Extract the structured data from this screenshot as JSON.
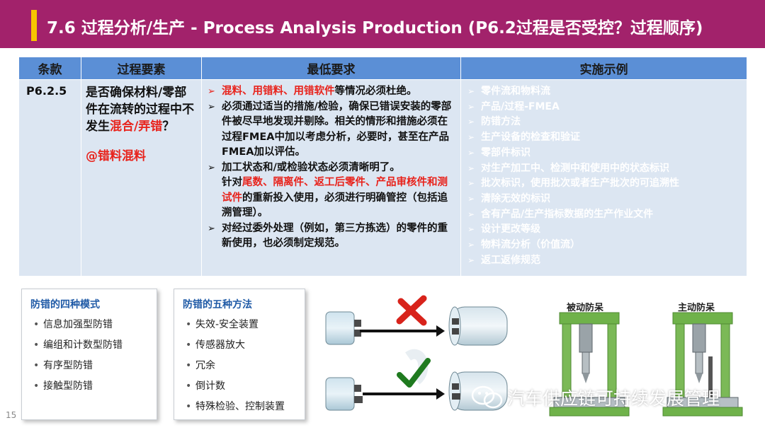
{
  "title": {
    "section": "7.6 过程分析/生产",
    "separator": "-",
    "english": "Process Analysis Production (P6.2过程是否受控？过程顺序)"
  },
  "table": {
    "headers": [
      "条款",
      "过程要素",
      "最低要求",
      "实施示例"
    ],
    "clause": "P6.2.5",
    "element": {
      "part1": "是否确保材料/零部件在流转的过程中不发生",
      "highlight": "混合/弄错",
      "part2": "？",
      "tag": "@错料混料"
    },
    "requirements": [
      {
        "red": "混料、用错料、用错软件",
        "text": "等情况必须杜绝。"
      },
      {
        "red": "",
        "text": "必须通过适当的措施/检验，确保已错误安装的零部件被尽早地发现并剔除。相关的情形和措施必须在过程FMEA中加以考虑分析，必要时，甚至在产品FMEA加以评估。"
      },
      {
        "red": "",
        "text": "加工状态和/或检验状态必须清晰明了。",
        "cont_pre": "针对",
        "cont_red": "尾数、隔离件、返工后零件、产品审核件和测试件",
        "cont_post": "的重新投入使用，必须进行明确管控（包括追溯管理）。"
      },
      {
        "red": "",
        "text": "对经过委外处理（例如，第三方拣选）的零件的重新使用，也必须制定规范。"
      }
    ],
    "examples": [
      "零件流和物料流",
      "产品/过程-FMEA",
      "防错方法",
      "生产设备的检查和验证",
      "零部件标识",
      "对生产加工中、检测中和使用中的状态标识",
      "批次标识，使用批次或者生产批次的可追溯性",
      "清除无效的标识",
      "含有产品/生产指标数据的生产作业文件",
      "设计更改等级",
      "物料流分析（价值流）",
      "返工返修规范"
    ],
    "marker": "➢"
  },
  "box1": {
    "title": "防错的四种模式",
    "items": [
      "信息加强型防错",
      "编组和计数型防错",
      "有序型防错",
      "接触型防错"
    ]
  },
  "box2": {
    "title": "防错的五种方法",
    "items": [
      "失效-安全装置",
      "传感器放大",
      "冗余",
      "倒计数",
      "特殊检验、控制装置"
    ]
  },
  "machines": {
    "passive_label": "被动防呆",
    "active_label": "主动防呆"
  },
  "watermark": "汽车供应链可持续发展管理",
  "page_number": "15",
  "colors": {
    "title_bg": "#a2226b",
    "title_accent": "#f7c600",
    "header_bg": "#5b8fd6",
    "cell_bg": "#dce6f2",
    "highlight_red": "#e8231c",
    "box_title": "#1f5aa6",
    "cross": "#d8231b",
    "check": "#1f7a1f"
  }
}
